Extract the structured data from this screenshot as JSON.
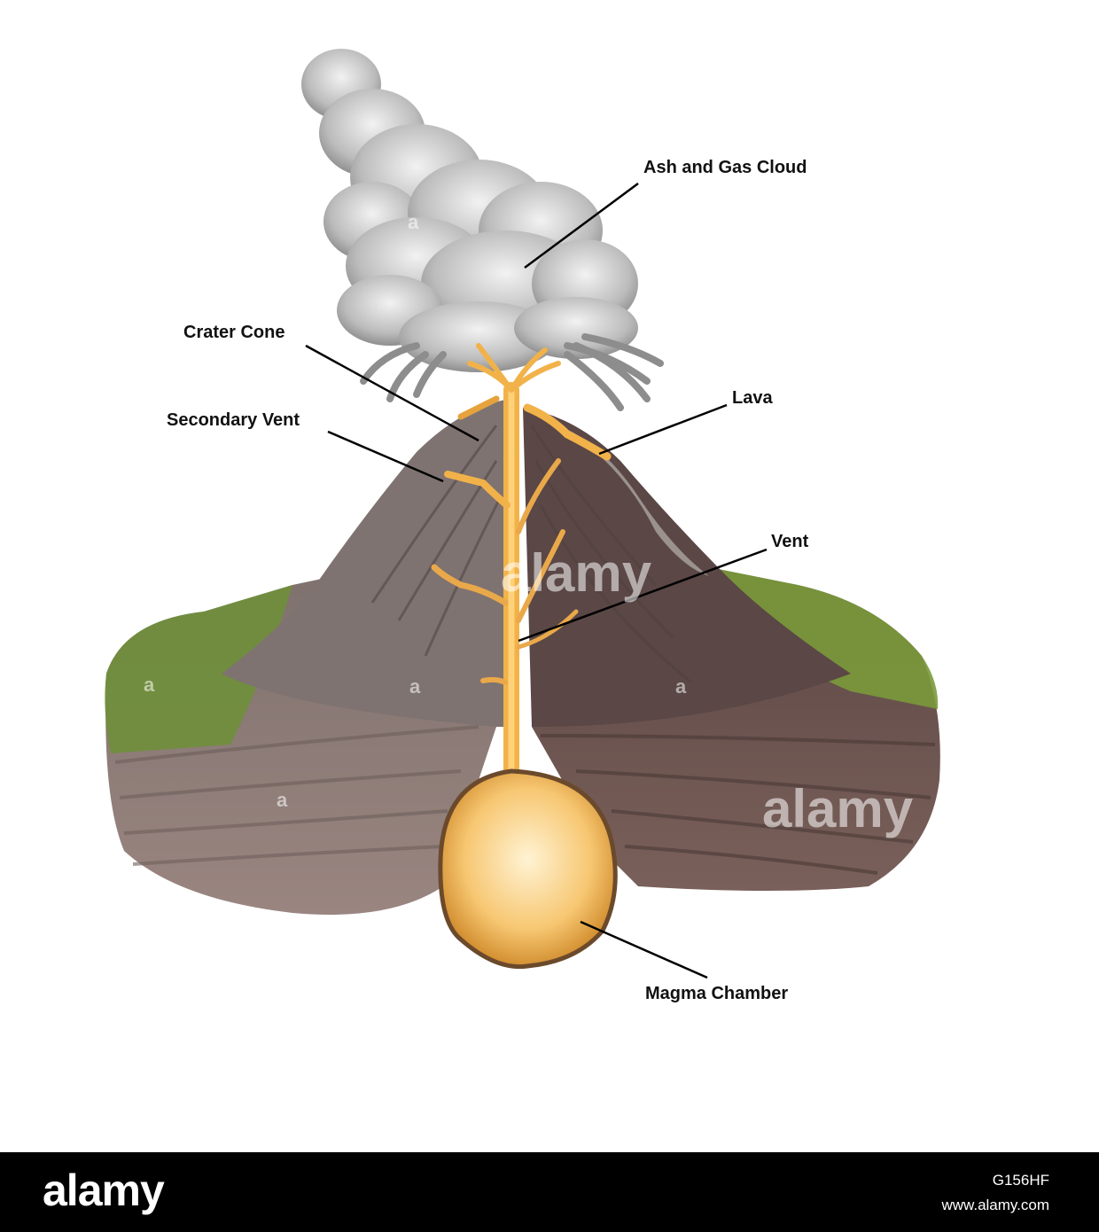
{
  "labels": {
    "ash_cloud": "Ash and Gas Cloud",
    "crater_cone": "Crater Cone",
    "lava": "Lava",
    "secondary_vent": "Secondary Vent",
    "vent": "Vent",
    "magma_chamber": "Magma Chamber"
  },
  "watermark": {
    "text": "alamy",
    "letter": "a"
  },
  "footer": {
    "logo": "alamy",
    "image_id": "G156HF",
    "url": "www.alamy.com"
  },
  "colors": {
    "magma": "#f2b24a",
    "lava_glow": "#ffd27a",
    "rock_dark": "#5a4a48",
    "rock_light": "#8a7b78",
    "grass": "#6f8f3a",
    "smoke": "#bdbdbd"
  }
}
